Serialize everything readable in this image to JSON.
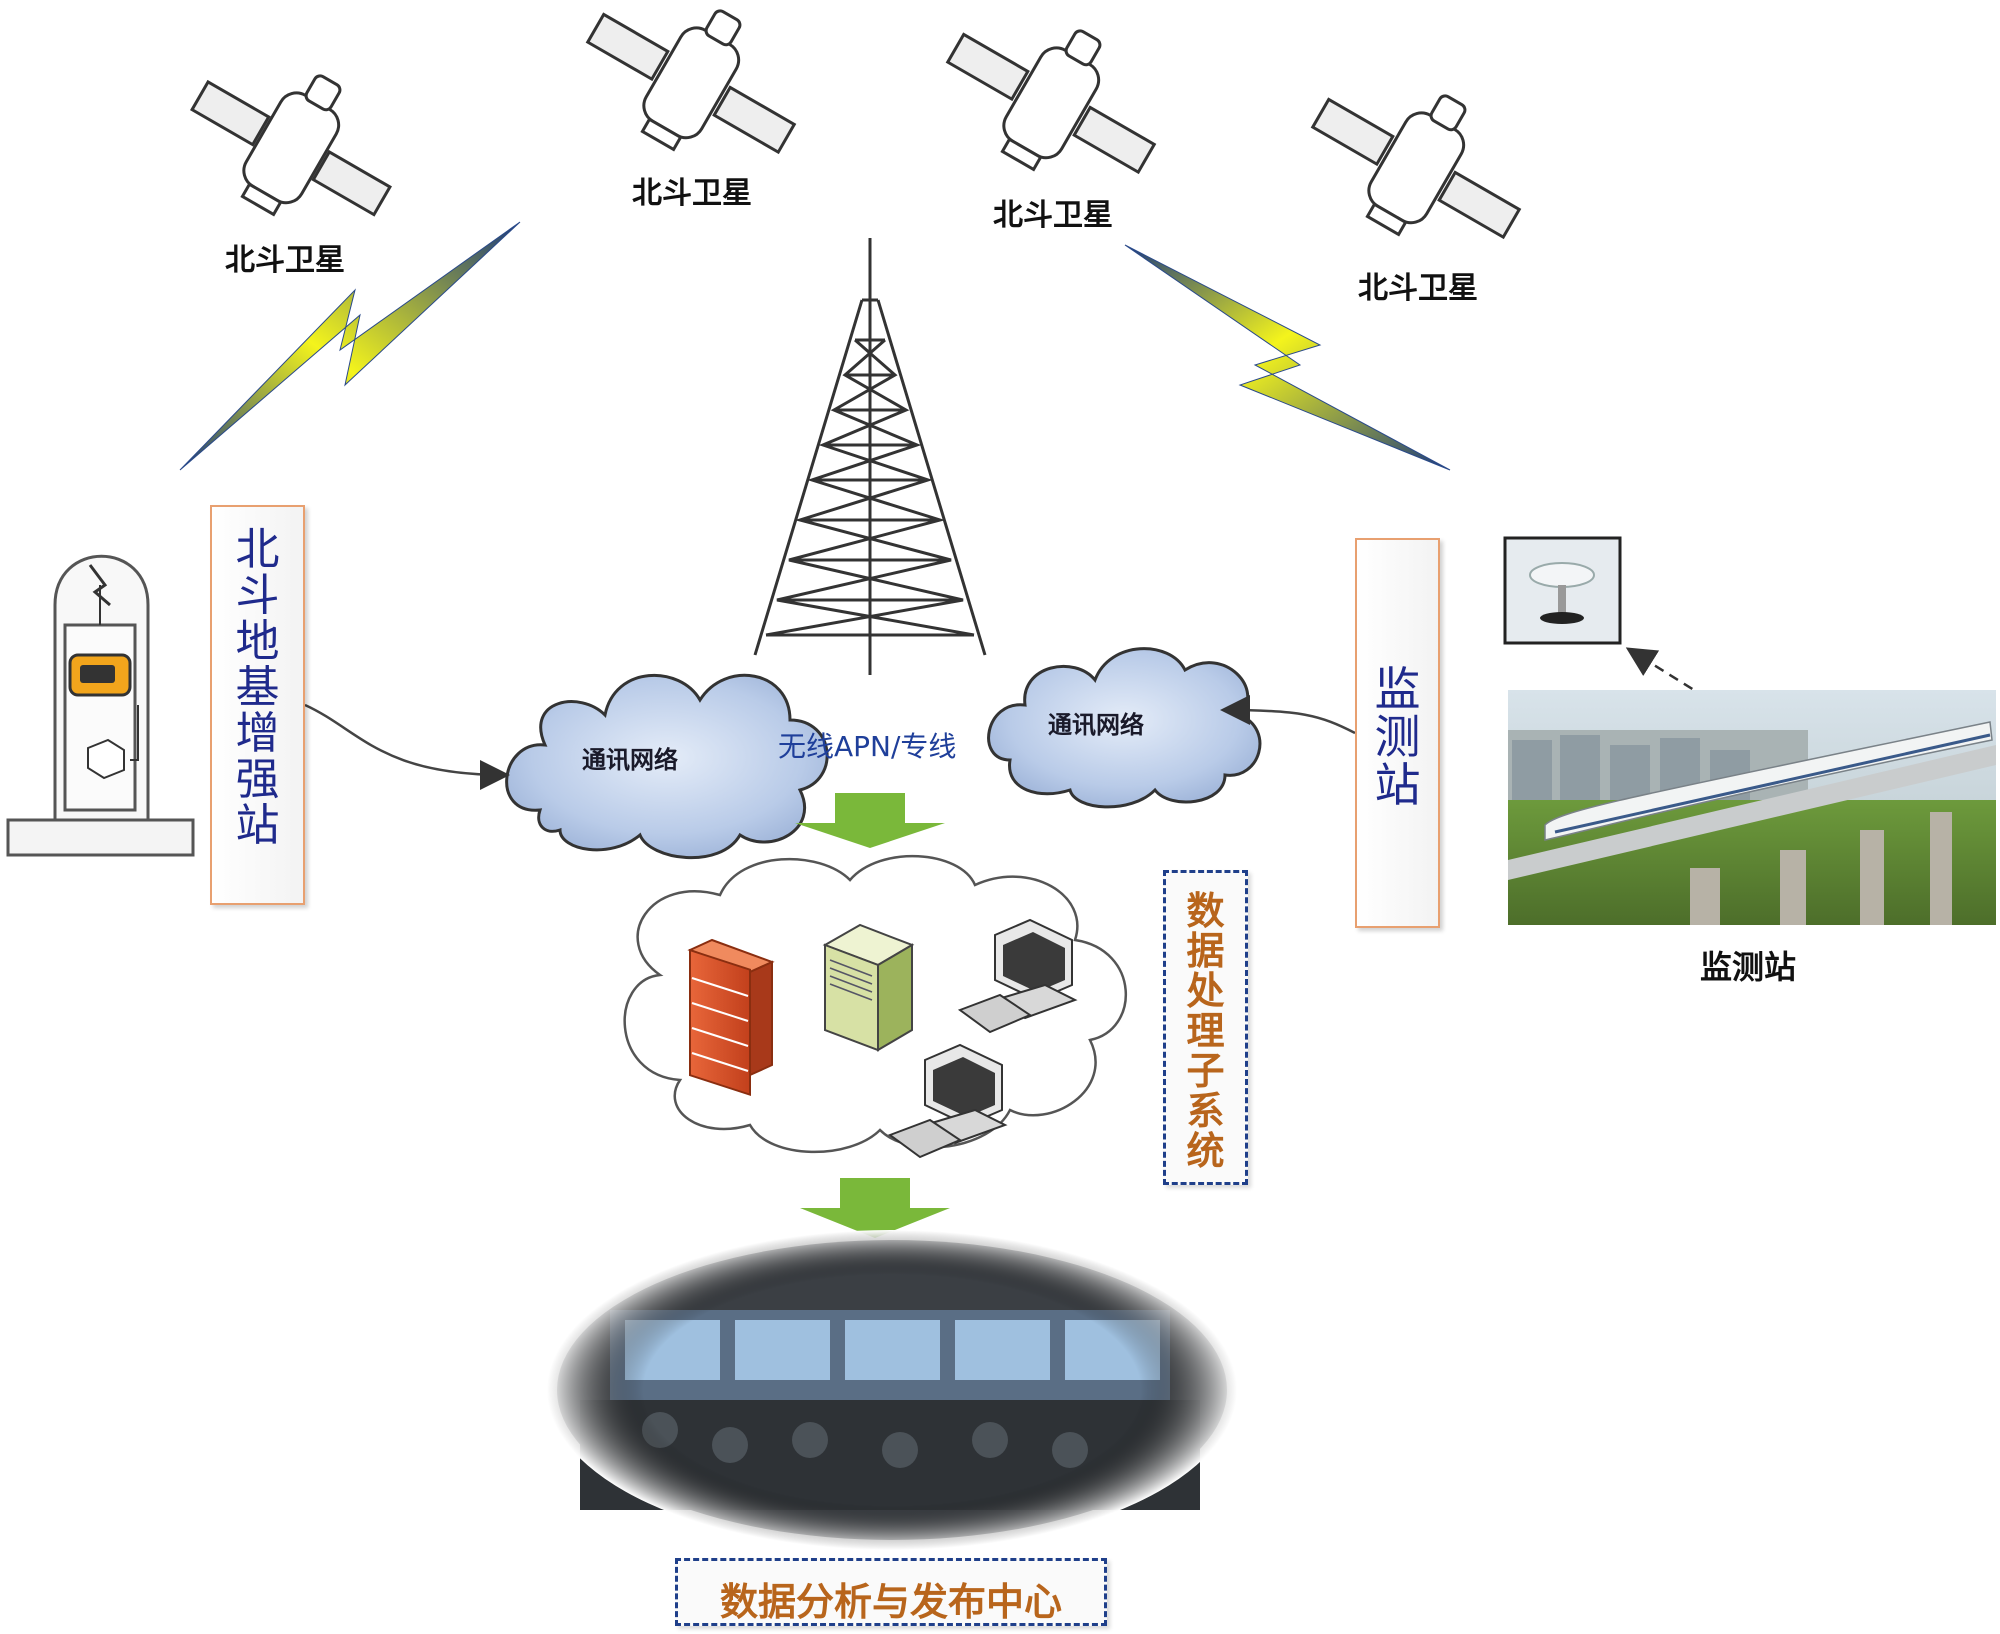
{
  "satellites": [
    {
      "label": "北斗卫星"
    },
    {
      "label": "北斗卫星"
    },
    {
      "label": "北斗卫星"
    },
    {
      "label": "北斗卫星"
    }
  ],
  "ground_station": {
    "label": "北斗地基增强站",
    "color": "#1f2a8c"
  },
  "monitor_station_box": {
    "label": "监测站",
    "color": "#1f2a8c"
  },
  "monitor_station_photo_label": "监测站",
  "network": {
    "cloud_left": "通讯网络",
    "cloud_right": "通讯网络",
    "link_label": "无线APN/专线",
    "link_color": "#1f3f9a"
  },
  "processing": {
    "label": "数据处理子系统",
    "color": "#b8651c"
  },
  "center": {
    "label": "数据分析与发布中心",
    "color": "#b8651c"
  },
  "colors": {
    "lightning": "#f2f21e",
    "arrow_green": "#7ab83a",
    "box_border_orange": "#e8a070",
    "dash_blue": "#1f3f8a"
  }
}
